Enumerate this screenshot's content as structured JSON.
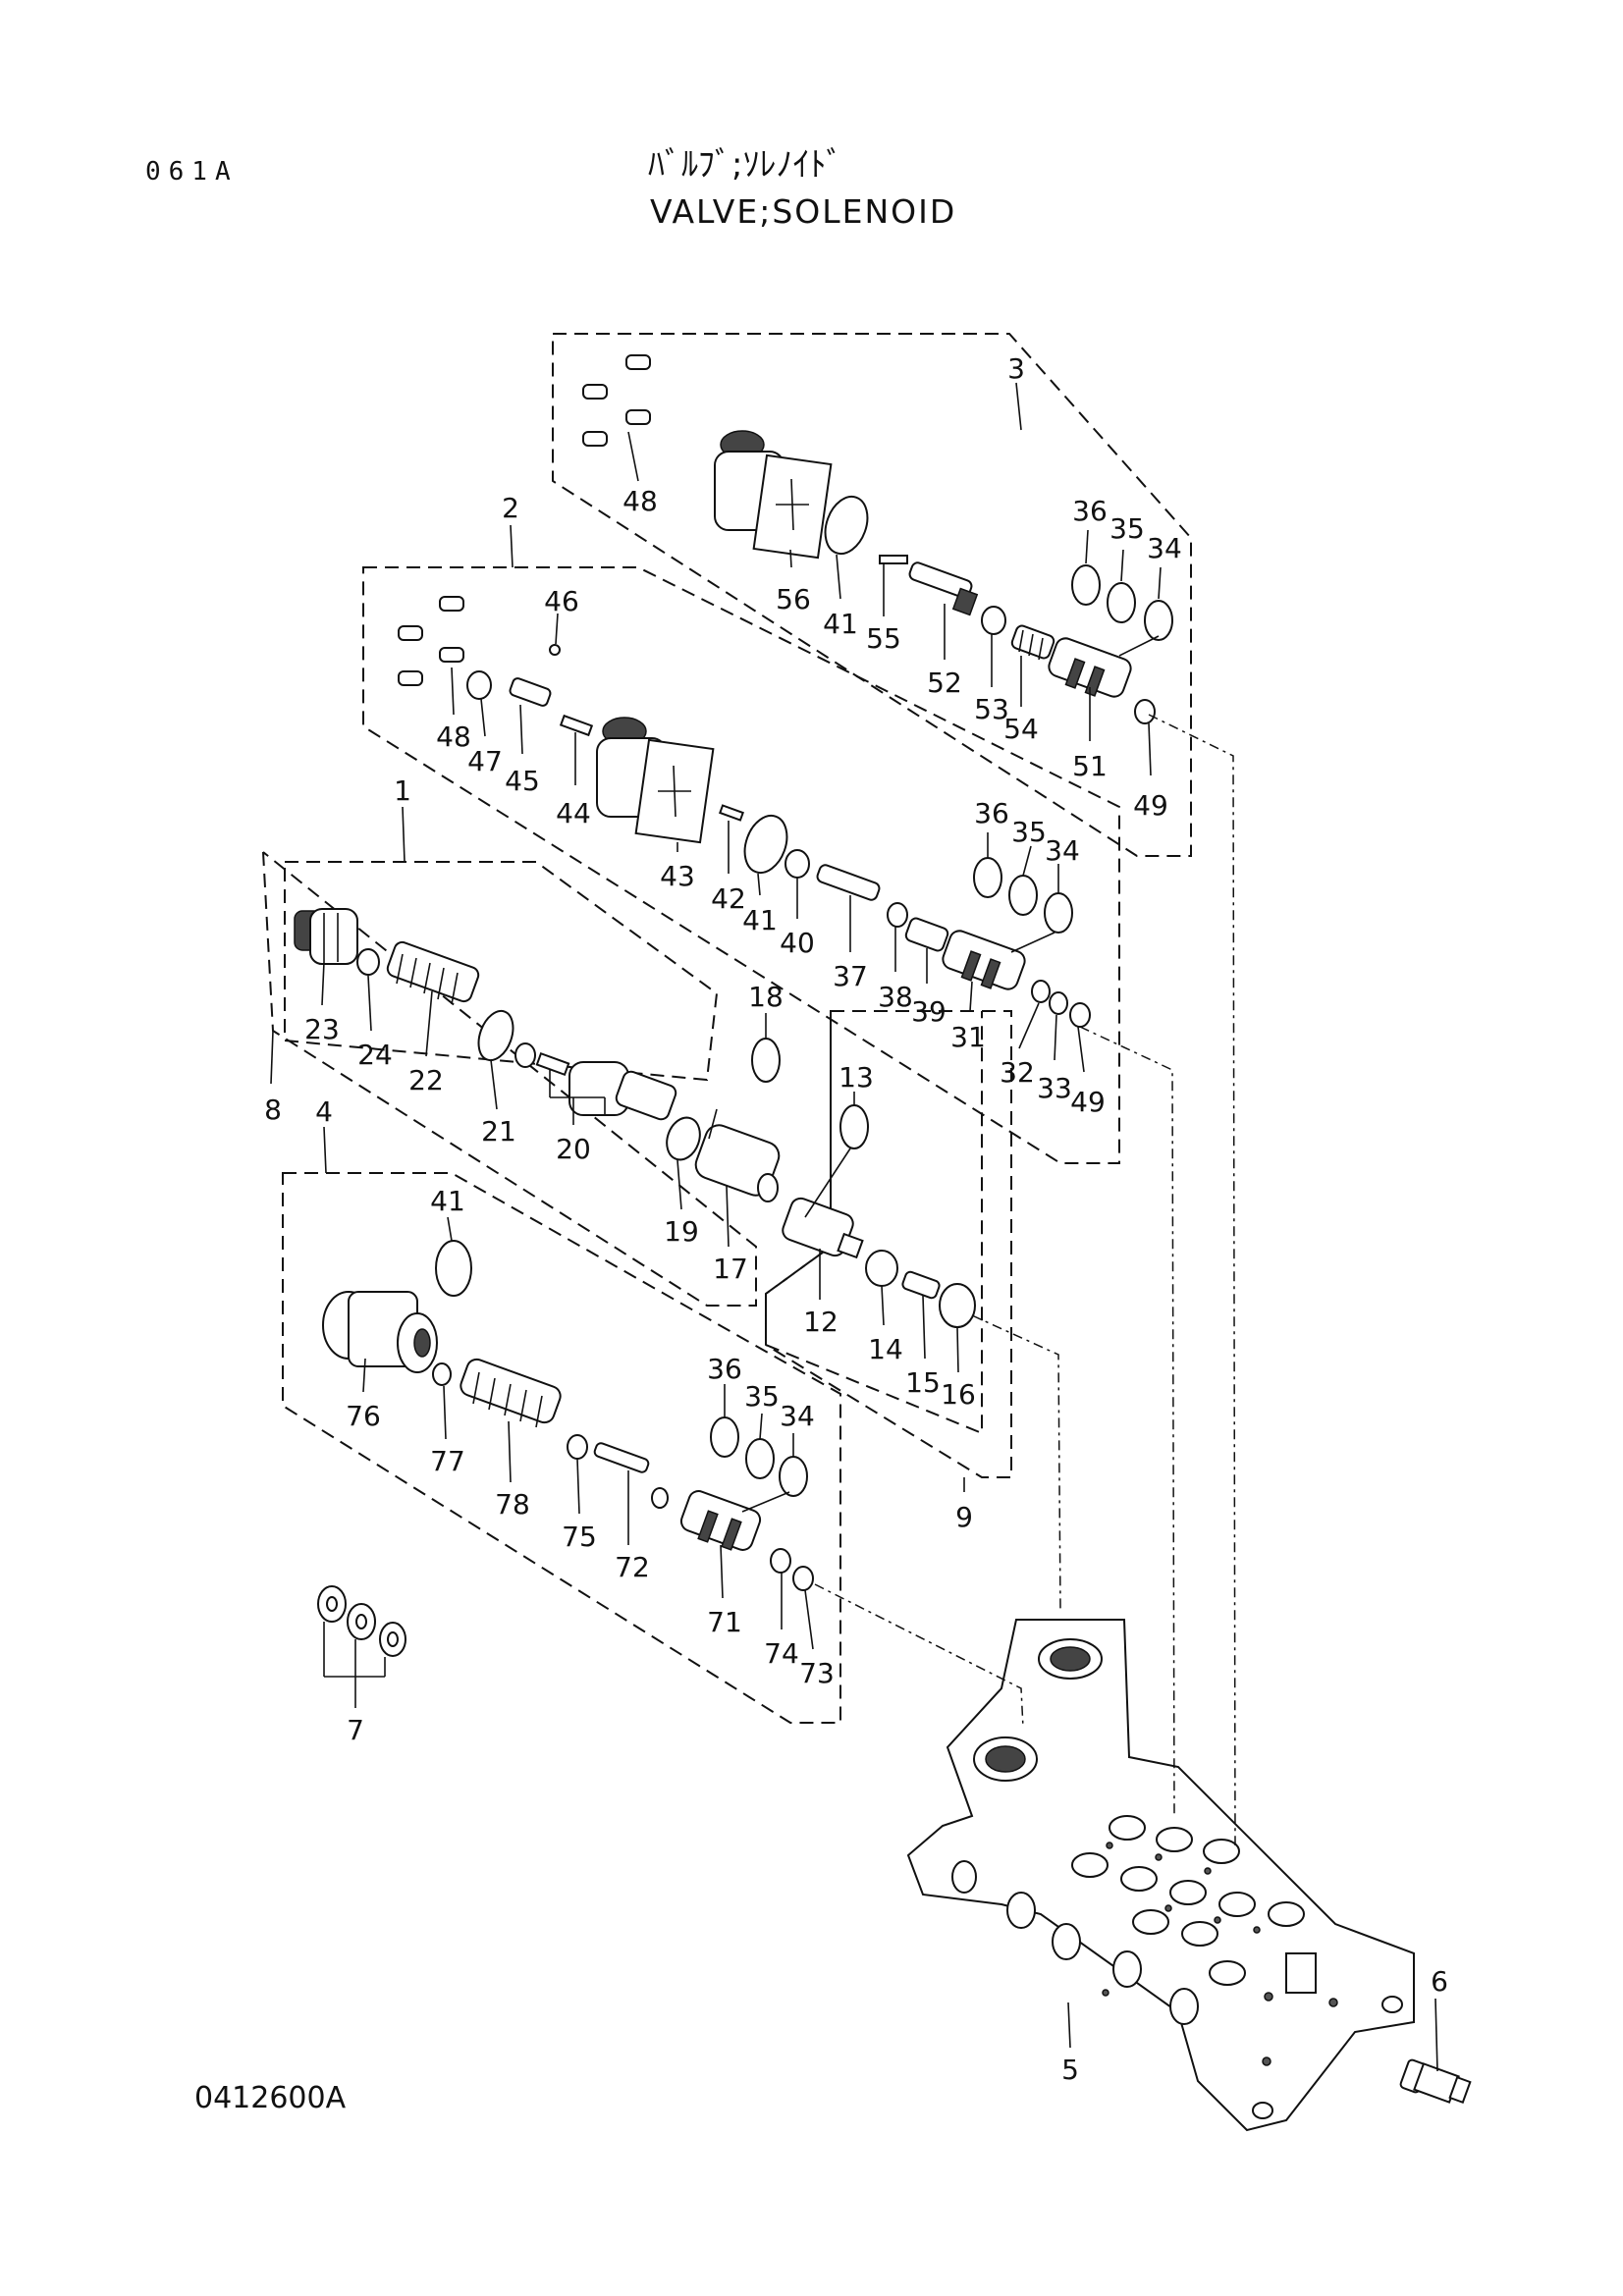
{
  "header": {
    "code": "061A",
    "title_jp": "ﾊﾞﾙﾌﾞ;ｿﾚﾉｲﾄﾞ",
    "title_en": "VALVE;SOLENOID"
  },
  "drawing_ref": "0412600A",
  "labels": [
    {
      "id": "p3",
      "text": "3"
    },
    {
      "id": "p48a",
      "text": "48"
    },
    {
      "id": "p56",
      "text": "56"
    },
    {
      "id": "p41a",
      "text": "41"
    },
    {
      "id": "p55",
      "text": "55"
    },
    {
      "id": "p52",
      "text": "52"
    },
    {
      "id": "p53",
      "text": "53"
    },
    {
      "id": "p54",
      "text": "54"
    },
    {
      "id": "p51",
      "text": "51"
    },
    {
      "id": "p49a",
      "text": "49"
    },
    {
      "id": "p36a",
      "text": "36"
    },
    {
      "id": "p35a",
      "text": "35"
    },
    {
      "id": "p34a",
      "text": "34"
    },
    {
      "id": "p2",
      "text": "2"
    },
    {
      "id": "p46",
      "text": "46"
    },
    {
      "id": "p48b",
      "text": "48"
    },
    {
      "id": "p47",
      "text": "47"
    },
    {
      "id": "p45",
      "text": "45"
    },
    {
      "id": "p44",
      "text": "44"
    },
    {
      "id": "p43",
      "text": "43"
    },
    {
      "id": "p42",
      "text": "42"
    },
    {
      "id": "p41b",
      "text": "41"
    },
    {
      "id": "p40",
      "text": "40"
    },
    {
      "id": "p37",
      "text": "37"
    },
    {
      "id": "p38",
      "text": "38"
    },
    {
      "id": "p39",
      "text": "39"
    },
    {
      "id": "p31",
      "text": "31"
    },
    {
      "id": "p32",
      "text": "32"
    },
    {
      "id": "p33",
      "text": "33"
    },
    {
      "id": "p49b",
      "text": "49"
    },
    {
      "id": "p36b",
      "text": "36"
    },
    {
      "id": "p35b",
      "text": "35"
    },
    {
      "id": "p34b",
      "text": "34"
    },
    {
      "id": "p1",
      "text": "1"
    },
    {
      "id": "p8",
      "text": "8"
    },
    {
      "id": "p23",
      "text": "23"
    },
    {
      "id": "p24",
      "text": "24"
    },
    {
      "id": "p22",
      "text": "22"
    },
    {
      "id": "p21",
      "text": "21"
    },
    {
      "id": "p20",
      "text": "20"
    },
    {
      "id": "p19",
      "text": "19"
    },
    {
      "id": "p18",
      "text": "18"
    },
    {
      "id": "p17",
      "text": "17"
    },
    {
      "id": "p13",
      "text": "13"
    },
    {
      "id": "p12",
      "text": "12"
    },
    {
      "id": "p14",
      "text": "14"
    },
    {
      "id": "p15",
      "text": "15"
    },
    {
      "id": "p16",
      "text": "16"
    },
    {
      "id": "p9",
      "text": "9"
    },
    {
      "id": "p4",
      "text": "4"
    },
    {
      "id": "p41c",
      "text": "41"
    },
    {
      "id": "p76",
      "text": "76"
    },
    {
      "id": "p77",
      "text": "77"
    },
    {
      "id": "p78",
      "text": "78"
    },
    {
      "id": "p75",
      "text": "75"
    },
    {
      "id": "p72",
      "text": "72"
    },
    {
      "id": "p71",
      "text": "71"
    },
    {
      "id": "p74",
      "text": "74"
    },
    {
      "id": "p73",
      "text": "73"
    },
    {
      "id": "p36c",
      "text": "36"
    },
    {
      "id": "p35c",
      "text": "35"
    },
    {
      "id": "p34c",
      "text": "34"
    },
    {
      "id": "p7",
      "text": "7"
    },
    {
      "id": "p5",
      "text": "5"
    },
    {
      "id": "p6",
      "text": "6"
    }
  ]
}
